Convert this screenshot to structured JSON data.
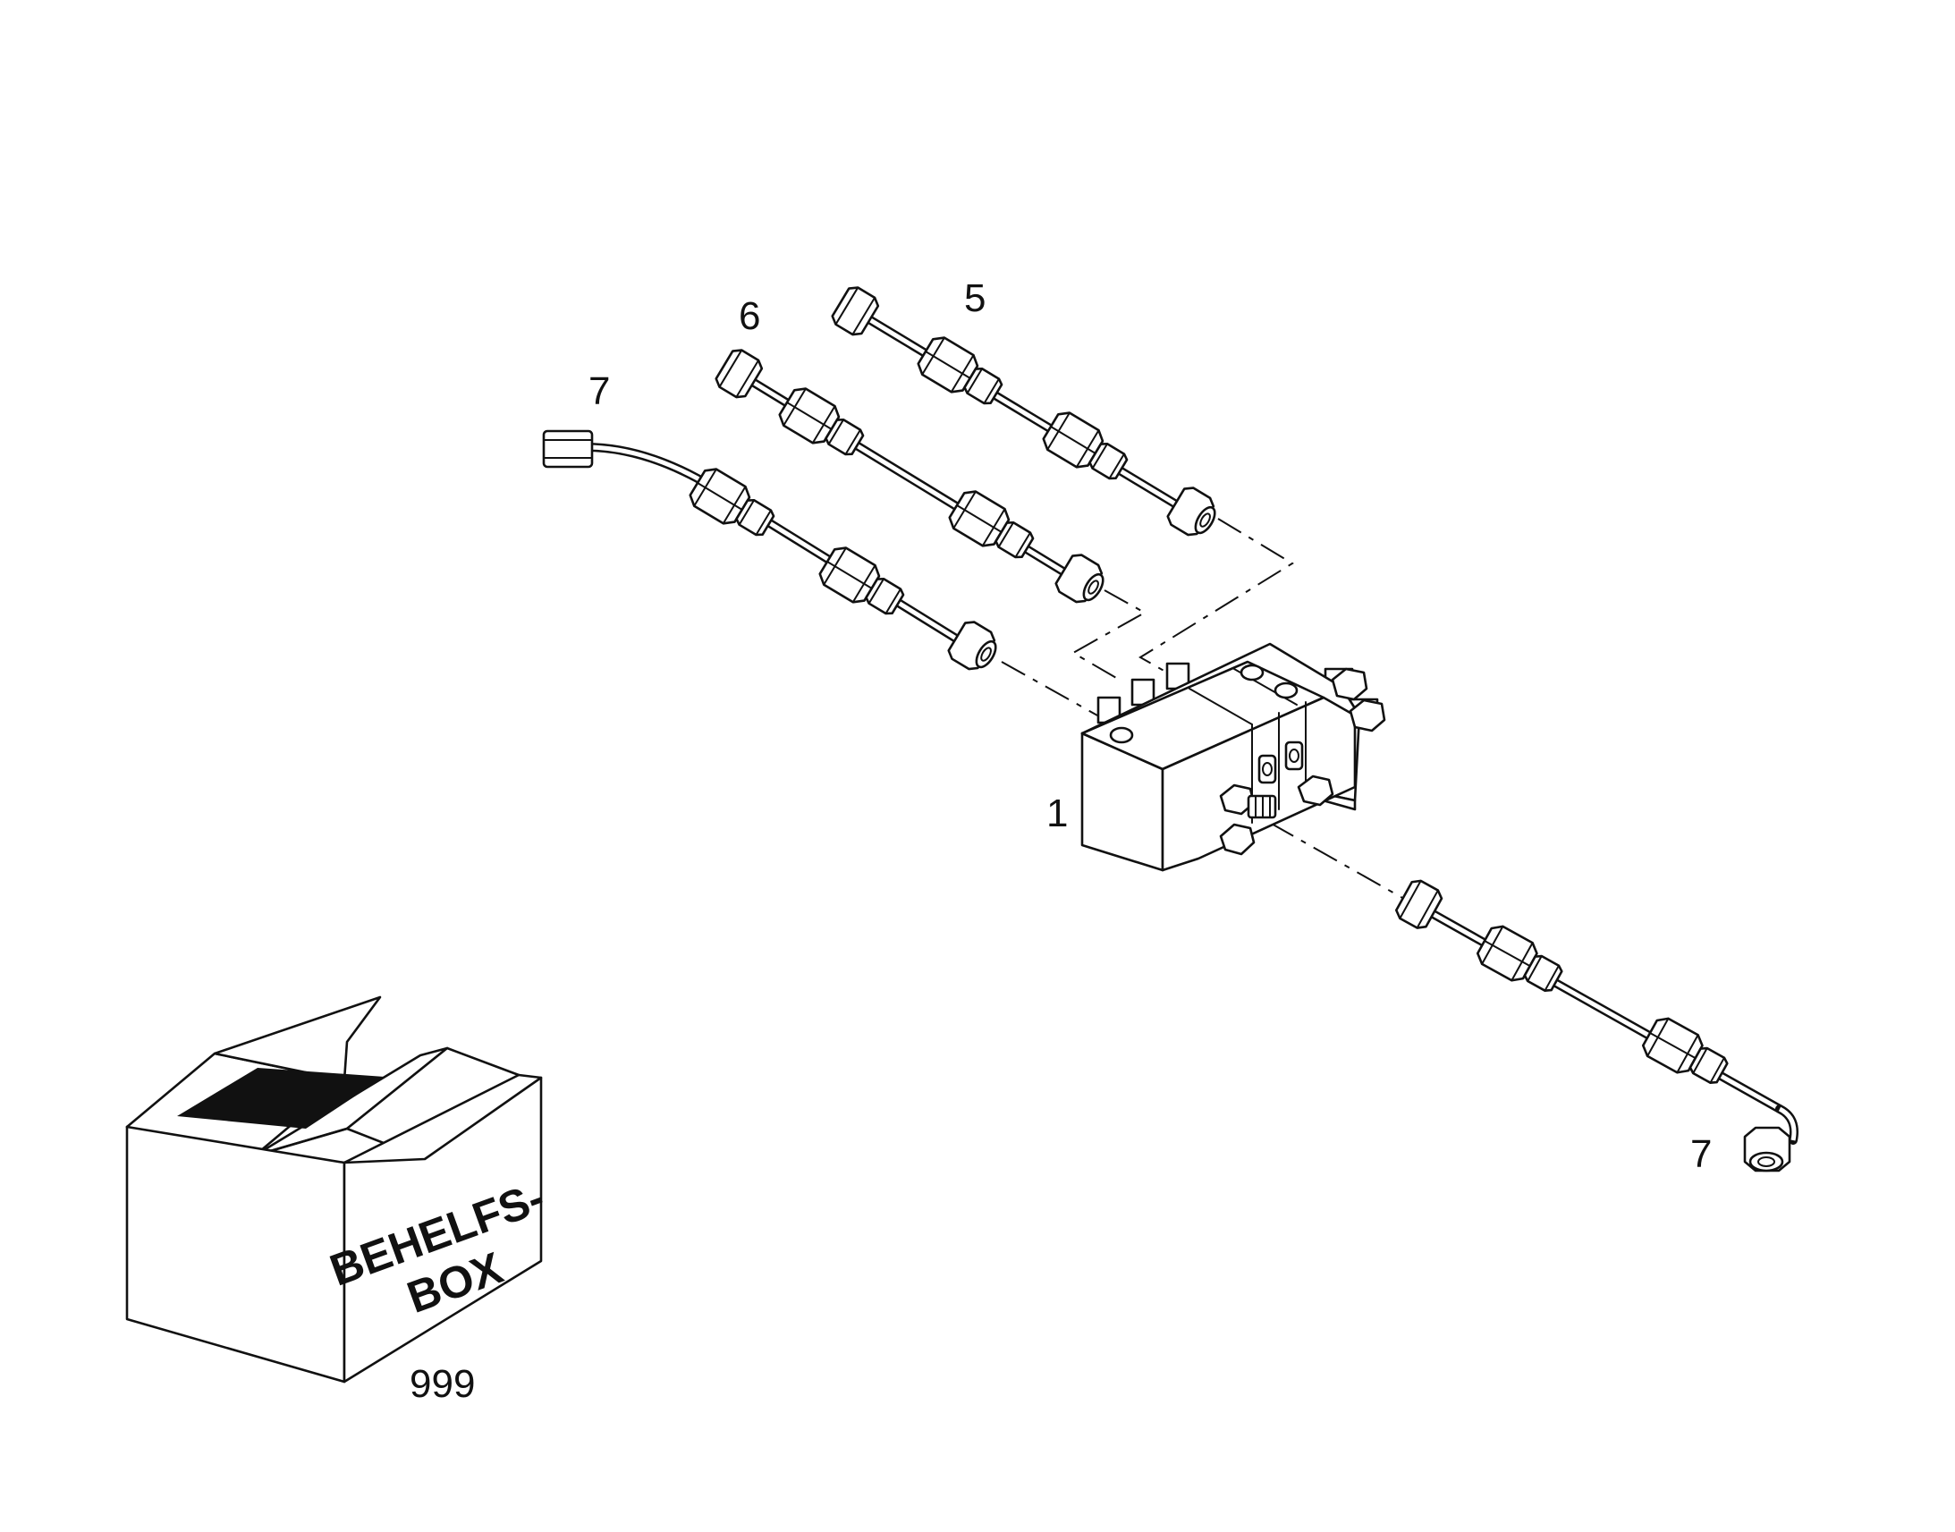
{
  "callouts": {
    "c1": "1",
    "c5": "5",
    "c6": "6",
    "c7_top": "7",
    "c7_bottom": "7",
    "c999": "999"
  },
  "box": {
    "line1": "BEHELFS-",
    "line2": "BOX"
  }
}
